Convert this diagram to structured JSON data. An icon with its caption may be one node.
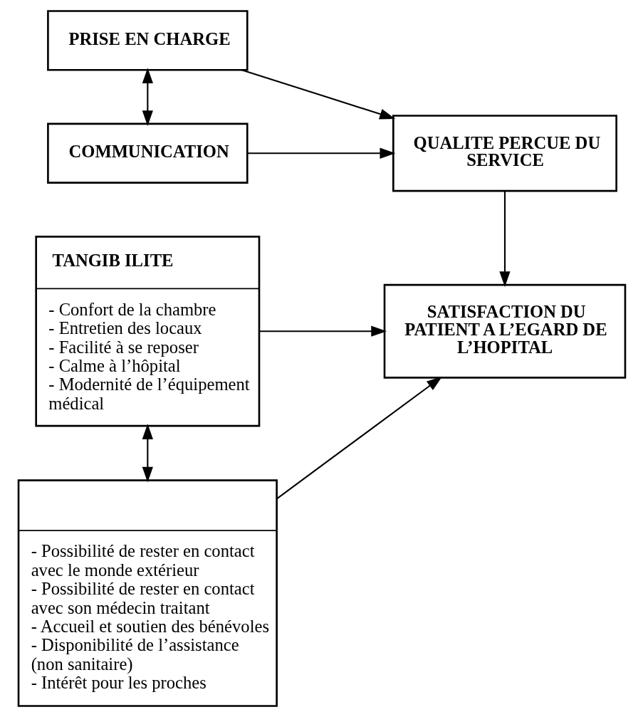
{
  "diagram": {
    "nodes": [
      {
        "text": [
          "PRISE EN CHARGE"
        ]
      },
      {
        "text": [
          "COMMUNICATION"
        ]
      },
      {
        "text": [
          "QUALITE PERCUE DU SERVICE"
        ]
      },
      {
        "text": [
          "TANGIB ILITE",
          "- Confort de la chambre",
          "- Entretien des locaux",
          "- Facilité à se reposer",
          "- Calme à l’hôpital",
          "- Modernité de l’équipement médical"
        ]
      },
      {
        "text": [
          "- Possibilité de rester en contact avec le monde extérieur",
          "- Possibilité de rester en contact avec son médecin traitant",
          "- Accueil et soutien des bénévoles",
          "- Disponibilité de l’assistance (non sanitaire)",
          "- Intérêt pour les proches"
        ]
      },
      {
        "text": [
          "SATISFACTION DU PATIENT A L’EGARD DE L’HOPITAL"
        ]
      }
    ],
    "edges": [
      {
        "from": 0,
        "to": 1,
        "arrow": "both"
      },
      {
        "from": 0,
        "to": 2,
        "arrow": "to"
      },
      {
        "from": 1,
        "to": 2,
        "arrow": "to"
      },
      {
        "from": 2,
        "to": 5,
        "arrow": "to"
      },
      {
        "from": 3,
        "to": 5,
        "arrow": "to"
      },
      {
        "from": 3,
        "to": 4,
        "arrow": "both"
      },
      {
        "from": 4,
        "to": 5,
        "arrow": "to"
      }
    ]
  }
}
